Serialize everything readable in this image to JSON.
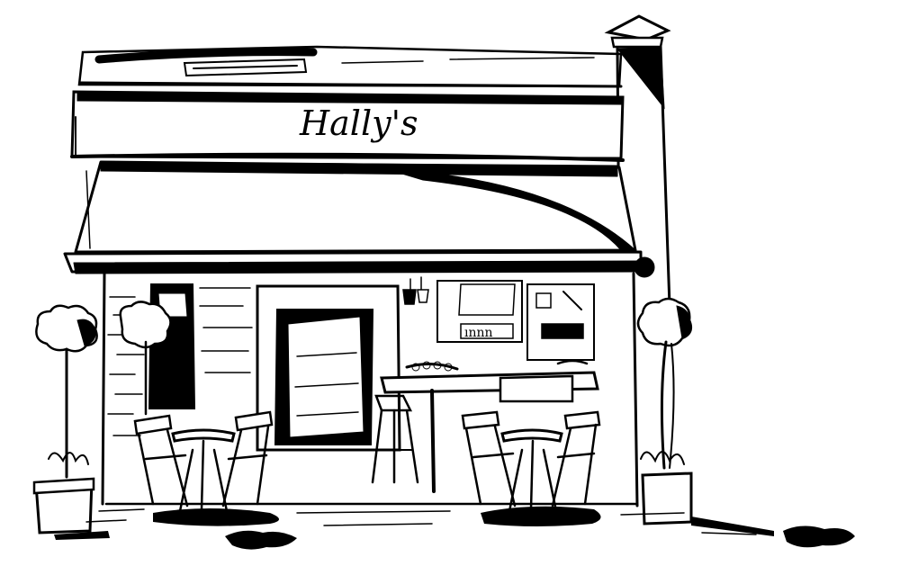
{
  "illustration": {
    "style": "black-and-white ink sketch",
    "colors": {
      "ink": "#000000",
      "paper": "#ffffff"
    }
  },
  "storefront": {
    "sign_text": "Hally's",
    "lamp_text": "ınnn"
  }
}
